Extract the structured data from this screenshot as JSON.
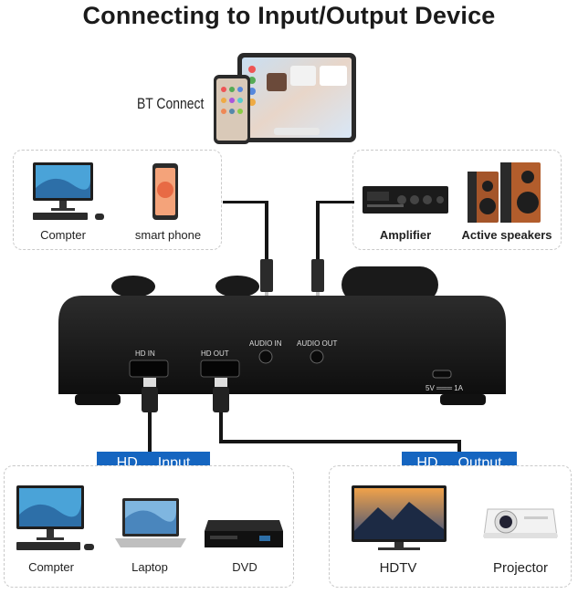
{
  "title": "Connecting to Input/Output Device",
  "bt_connect": "BT Connect",
  "top_left_box": {
    "items": [
      {
        "label": "Compter",
        "icon": "desktop-computer-icon"
      },
      {
        "label": "smart phone",
        "icon": "smartphone-icon"
      }
    ]
  },
  "top_right_box": {
    "items": [
      {
        "label": "Amplifier",
        "icon": "amplifier-icon"
      },
      {
        "label": "Active speakers",
        "icon": "speakers-icon"
      }
    ]
  },
  "device": {
    "hd_in": "HD   IN",
    "hd_out": "HD   OUT",
    "audio_in": "AUDIO IN",
    "audio_out": "AUDIO OUT",
    "power": "5V ═══ 1A"
  },
  "hd_input_badge": {
    "hd": "HD",
    "word": "Input"
  },
  "hd_output_badge": {
    "hd": "HD",
    "word": "Output"
  },
  "bottom_left_box": {
    "items": [
      {
        "label": "Compter",
        "icon": "desktop-computer-icon"
      },
      {
        "label": "Laptop",
        "icon": "laptop-icon"
      },
      {
        "label": "DVD",
        "icon": "dvd-player-icon"
      }
    ]
  },
  "bottom_right_box": {
    "items": [
      {
        "label": "HDTV",
        "icon": "tv-icon"
      },
      {
        "label": "Projector",
        "icon": "projector-icon"
      }
    ]
  },
  "colors": {
    "accent": "#1565c0",
    "device": "#1c1c1c"
  }
}
